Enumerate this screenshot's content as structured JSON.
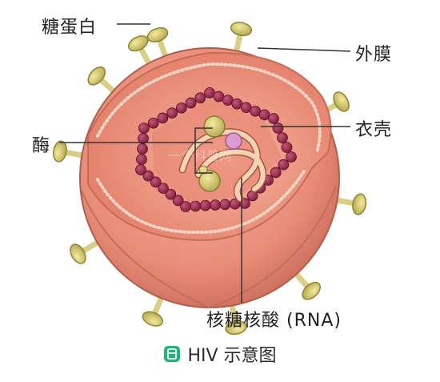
{
  "labels": {
    "protein": "糖蛋白",
    "envelope": "外膜",
    "enzyme": "酶",
    "capsid": "衣壳",
    "rna": "核糖核酸 (RNA)"
  },
  "caption": {
    "text": "HIV 示意图",
    "icon": "app-logo-icon"
  },
  "watermark": "一个科普网",
  "colors": {
    "outer_shell": "#e98f7c",
    "inner_cavity": "#f3a08e",
    "capsid_bead": "#9b2e4f",
    "spike": "#d6cc7a",
    "rna": "#f5d2b6",
    "accent_green": "#1fb57a"
  }
}
